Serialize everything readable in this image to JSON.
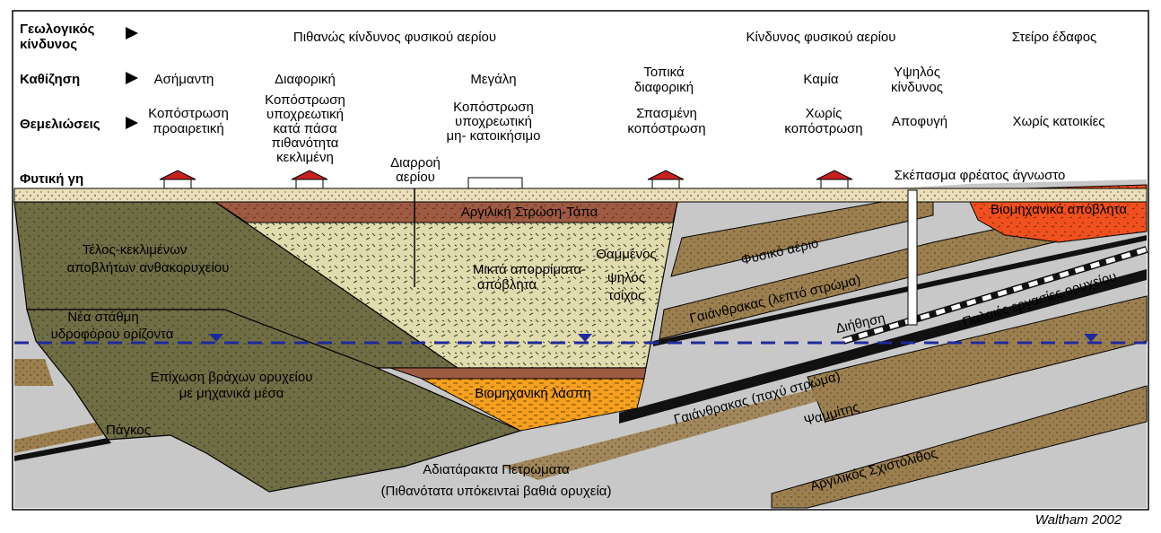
{
  "colors": {
    "surface": "#eadfba",
    "mine_waste": "#6e6d44",
    "backfill": "#e1dcae",
    "clay_cap": "#9d5b44",
    "sandstone": "#9c7f4f",
    "shale": "#c8c8c8",
    "industrial_waste": "#f0501e",
    "industrial_sludge": "#f5a01e",
    "coal": "#111111",
    "water_table": "#1e2a9c",
    "house_roof": "#c8201e"
  },
  "rows": {
    "hazard": {
      "title": "Γεωλογικός κίνδυνος",
      "title_line1": "Γεωλογικός",
      "title_line2": "κίνδυνος",
      "col_a": "Πιθανώς κίνδυνος φυσικού αερίου",
      "col_b": "Κίνδυνος φυσικού αερίου",
      "col_c": "Στείρο έδαφος"
    },
    "subsidence": {
      "title": "Καθίζηση",
      "c1": "Ασήμαντη",
      "c2": "Διαφορική",
      "c3": "Μεγάλη",
      "c4_line1": "Τοπικά",
      "c4_line2": "διαφορική",
      "c5": "Καμία",
      "c6_line1": "Υψηλός",
      "c6_line2": "κίνδυνος"
    },
    "foundations": {
      "title": "Θεμελιώσεις",
      "c1_line1": "Κοπόστρωση",
      "c1_line2": "προαιρετική",
      "c2_line1": "Κοπόστρωση",
      "c2_line2": "υποχρεωτική",
      "c2_line3": "κατά πάσα",
      "c2_line4": "πιθανότητα",
      "c2_line5": "κεκλιμένη",
      "c3_line1": "Κοπόστρωση",
      "c3_line2": "υποχρεωτική",
      "c3_line3": "μη- κατοικήσιμο",
      "c4_line1": "Σπασμένη",
      "c4_line2": "κοπόστρωση",
      "c5_line1": "Χωρίς",
      "c5_line2": "κοπόστρωση",
      "c6": "Αποφυγή",
      "c7": "Χωρίς κατοικίες"
    }
  },
  "section": {
    "ground_surface": "Φυτική γη",
    "gas_leak_line1": "Διαρροή",
    "gas_leak_line2": "αερίου",
    "shaft_cap": "Σκέπασμα φρέατος άγνωστο",
    "clay_layer": "Αργιλική Στρώση-Τάπα",
    "industrial_waste": "Βιομηχανικά απόβλητα",
    "tipped_waste_line1": "Τέλος-κεκλιμένων",
    "tipped_waste_line2": "αποβλήτων ανθακορυχείου",
    "mixed_waste_line1": "Μικτά απορρίματα-",
    "mixed_waste_line2": "απόβλητα",
    "buried_wall_line1": "Θαμμένος",
    "buried_wall_line2": "ψηλός",
    "buried_wall_line3": "τοίχος",
    "natural_gas": "Φυσικό αέριο",
    "coal_thin": "Γαιάνθρακας (λεπτό στρώμα)",
    "seepage": "Διήθηση",
    "old_workings": "Παλαιές εργασίες ορυχείου",
    "water_table_line1": "Νέα στάθμη",
    "water_table_line2": "υδροφόρου ορίζοντα",
    "backfill_line1": "Επίχωση βράχων ορυχείου",
    "backfill_line2": "με μηχανικά μέσα",
    "industrial_sludge": "Βιομηχανική λάσπη",
    "coal_thick": "Γαιάνθρακας (παχύ στρώμα)",
    "sandstone": "Ψαμμίτης",
    "bench": "Πάγκος",
    "undisturbed_line1": "Αδιατάρακτα Πετρώματα",
    "undisturbed_line2": "(Πιθανότατα υπόκειντai βαθιά ορυχεία)",
    "mudstone": "Αργιλικός Σχιστόλιθος"
  },
  "credit": "Waltham 2002"
}
